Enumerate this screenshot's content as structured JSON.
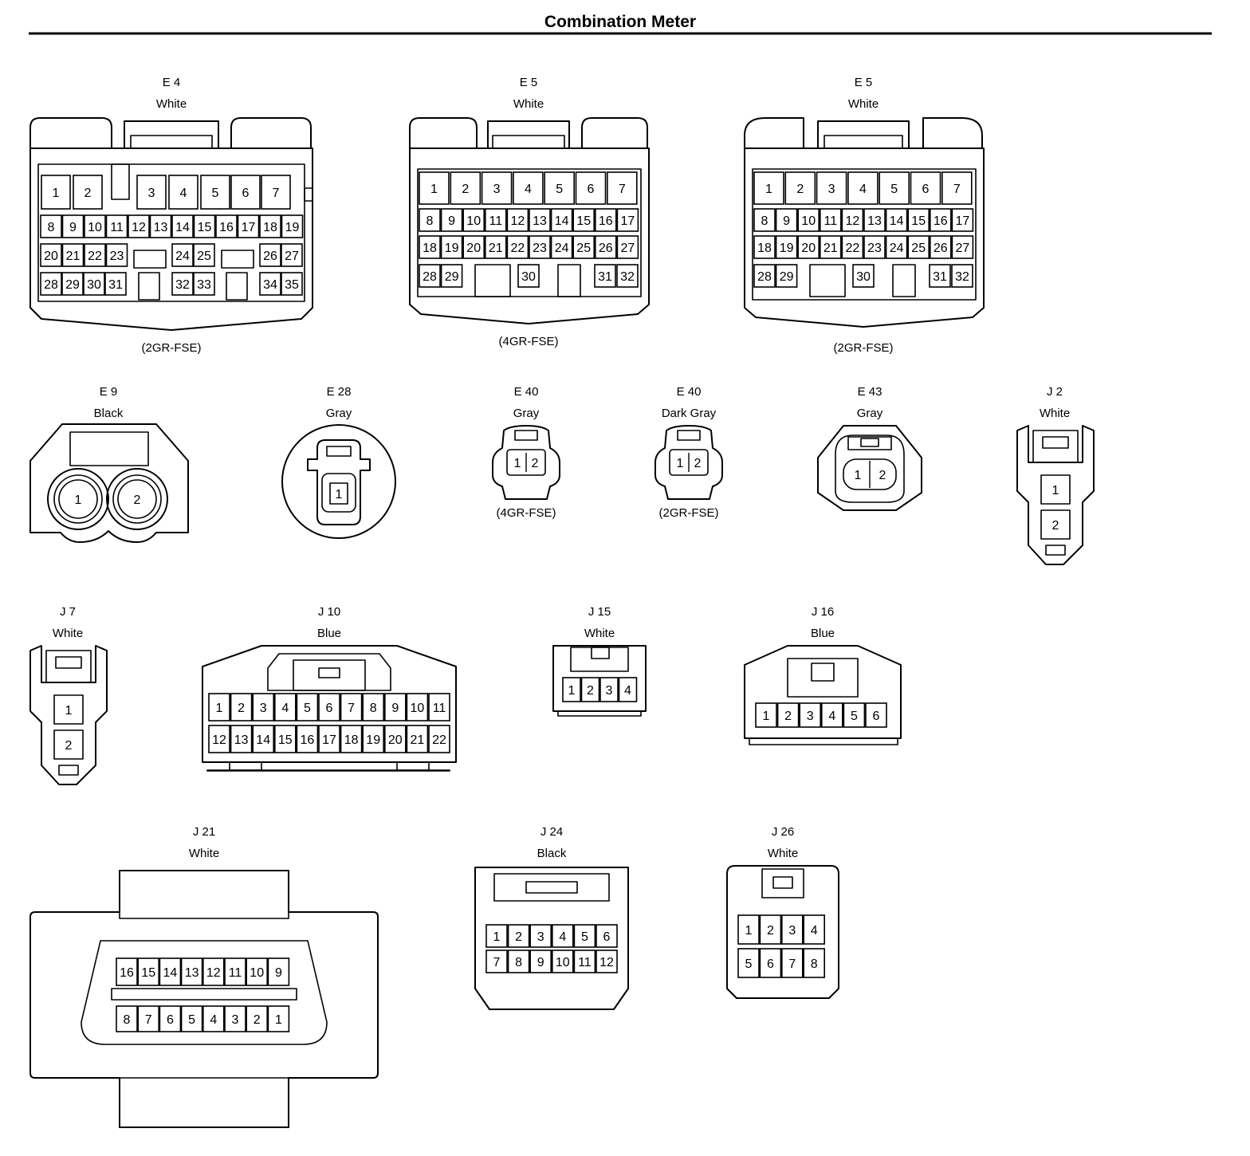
{
  "title": "Combination Meter",
  "connectors": {
    "e4": {
      "id": "E 4",
      "color": "White",
      "note": "(2GR-FSE)",
      "row1": [
        "1",
        "2",
        "3",
        "4",
        "5",
        "6",
        "7"
      ],
      "row2": [
        "8",
        "9",
        "10",
        "11",
        "12",
        "13",
        "14",
        "15",
        "16",
        "17",
        "18",
        "19"
      ],
      "row3": [
        "20",
        "21",
        "22",
        "23",
        "24",
        "25",
        "26",
        "27"
      ],
      "row4": [
        "28",
        "29",
        "30",
        "31",
        "32",
        "33",
        "34",
        "35"
      ]
    },
    "e5a": {
      "id": "E 5",
      "color": "White",
      "note": "(4GR-FSE)",
      "row1": [
        "1",
        "2",
        "3",
        "4",
        "5",
        "6",
        "7"
      ],
      "row2": [
        "8",
        "9",
        "10",
        "11",
        "12",
        "13",
        "14",
        "15",
        "16",
        "17"
      ],
      "row3": [
        "18",
        "19",
        "20",
        "21",
        "22",
        "23",
        "24",
        "25",
        "26",
        "27"
      ],
      "row4": [
        "28",
        "29",
        "30",
        "31",
        "32"
      ]
    },
    "e5b": {
      "id": "E 5",
      "color": "White",
      "note": "(2GR-FSE)",
      "row1": [
        "1",
        "2",
        "3",
        "4",
        "5",
        "6",
        "7"
      ],
      "row2": [
        "8",
        "9",
        "10",
        "11",
        "12",
        "13",
        "14",
        "15",
        "16",
        "17"
      ],
      "row3": [
        "18",
        "19",
        "20",
        "21",
        "22",
        "23",
        "24",
        "25",
        "26",
        "27"
      ],
      "row4": [
        "28",
        "29",
        "30",
        "31",
        "32"
      ]
    },
    "e9": {
      "id": "E 9",
      "color": "Black",
      "pins": [
        "1",
        "2"
      ]
    },
    "e28": {
      "id": "E 28",
      "color": "Gray",
      "pins": [
        "1"
      ]
    },
    "e40a": {
      "id": "E 40",
      "color": "Gray",
      "note": "(4GR-FSE)",
      "pins": [
        "1",
        "2"
      ]
    },
    "e40b": {
      "id": "E 40",
      "color": "Dark Gray",
      "note": "(2GR-FSE)",
      "pins": [
        "1",
        "2"
      ]
    },
    "e43": {
      "id": "E 43",
      "color": "Gray",
      "pins": [
        "1",
        "2"
      ]
    },
    "j2": {
      "id": "J 2",
      "color": "White",
      "pins": [
        "1",
        "2"
      ]
    },
    "j7": {
      "id": "J 7",
      "color": "White",
      "pins": [
        "1",
        "2"
      ]
    },
    "j10": {
      "id": "J 10",
      "color": "Blue",
      "row1": [
        "1",
        "2",
        "3",
        "4",
        "5",
        "6",
        "7",
        "8",
        "9",
        "10",
        "11"
      ],
      "row2": [
        "12",
        "13",
        "14",
        "15",
        "16",
        "17",
        "18",
        "19",
        "20",
        "21",
        "22"
      ]
    },
    "j15": {
      "id": "J 15",
      "color": "White",
      "pins": [
        "1",
        "2",
        "3",
        "4"
      ]
    },
    "j16": {
      "id": "J 16",
      "color": "Blue",
      "pins": [
        "1",
        "2",
        "3",
        "4",
        "5",
        "6"
      ]
    },
    "j21": {
      "id": "J 21",
      "color": "White",
      "row1": [
        "16",
        "15",
        "14",
        "13",
        "12",
        "11",
        "10",
        "9"
      ],
      "row2": [
        "8",
        "7",
        "6",
        "5",
        "4",
        "3",
        "2",
        "1"
      ]
    },
    "j24": {
      "id": "J 24",
      "color": "Black",
      "row1": [
        "1",
        "2",
        "3",
        "4",
        "5",
        "6"
      ],
      "row2": [
        "7",
        "8",
        "9",
        "10",
        "11",
        "12"
      ]
    },
    "j26": {
      "id": "J 26",
      "color": "White",
      "row1": [
        "1",
        "2",
        "3",
        "4"
      ],
      "row2": [
        "5",
        "6",
        "7",
        "8"
      ]
    }
  }
}
